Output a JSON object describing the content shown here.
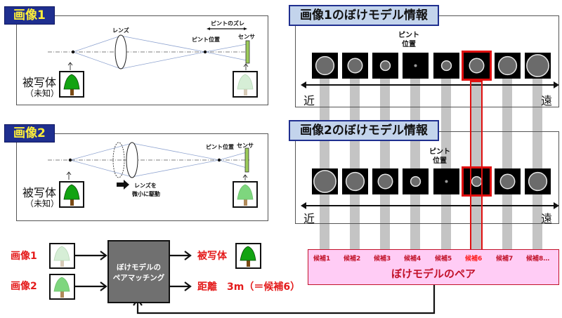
{
  "image1_panel": {
    "tag": "画像1",
    "lens_label": "レンズ",
    "focus_offset_label": "ピントのズレ",
    "focus_position_label": "ピント位置",
    "sensor_label": "センサ",
    "subject_label": "被写体",
    "subject_sub": "（未知）"
  },
  "image2_panel": {
    "tag": "画像2",
    "focus_position_label": "ピント位置",
    "sensor_label": "センサ",
    "lens_drive_line1": "レンズを",
    "lens_drive_line2": "微小に駆動",
    "subject_label": "被写体",
    "subject_sub": "（未知）"
  },
  "matching": {
    "input1_label": "画像1",
    "input2_label": "画像2",
    "box_line1": "ぼけモデルの",
    "box_line2": "ペアマッチング",
    "output_subject_label": "被写体",
    "output_distance_label": "距離　3m（＝候補6）"
  },
  "blur_model1": {
    "title": "画像1のぼけモデル情報",
    "focus_label_line1": "ピント",
    "focus_label_line2": "位置",
    "near_label": "近",
    "far_label": "遠",
    "blur_radii": [
      0.78,
      0.62,
      0.42,
      0.1,
      0.42,
      0.62,
      0.78,
      0.95
    ],
    "focus_index": 3,
    "selected_index": 5
  },
  "blur_model2": {
    "title": "画像2のぼけモデル情報",
    "focus_label_line1": "ピント",
    "focus_label_line2": "位置",
    "near_label": "近",
    "far_label": "遠",
    "blur_radii": [
      0.95,
      0.78,
      0.62,
      0.42,
      0.1,
      0.42,
      0.62,
      0.78
    ],
    "focus_index": 4,
    "selected_index": 5
  },
  "pairs": {
    "candidates": [
      "候補1",
      "候補2",
      "候補3",
      "候補4",
      "候補5",
      "候補6",
      "候補7",
      "候補8…"
    ],
    "highlighted_index": 5,
    "title": "ぼけモデルのペア"
  },
  "colors": {
    "accent_red": "#e41b1b",
    "tag_dark_bg": "#1f2f8f",
    "tag_yellow": "#ffef3a",
    "tag_light_bg": "#c3d4ec",
    "pair_bg": "#ffccf5",
    "matching_box": "#707070"
  }
}
